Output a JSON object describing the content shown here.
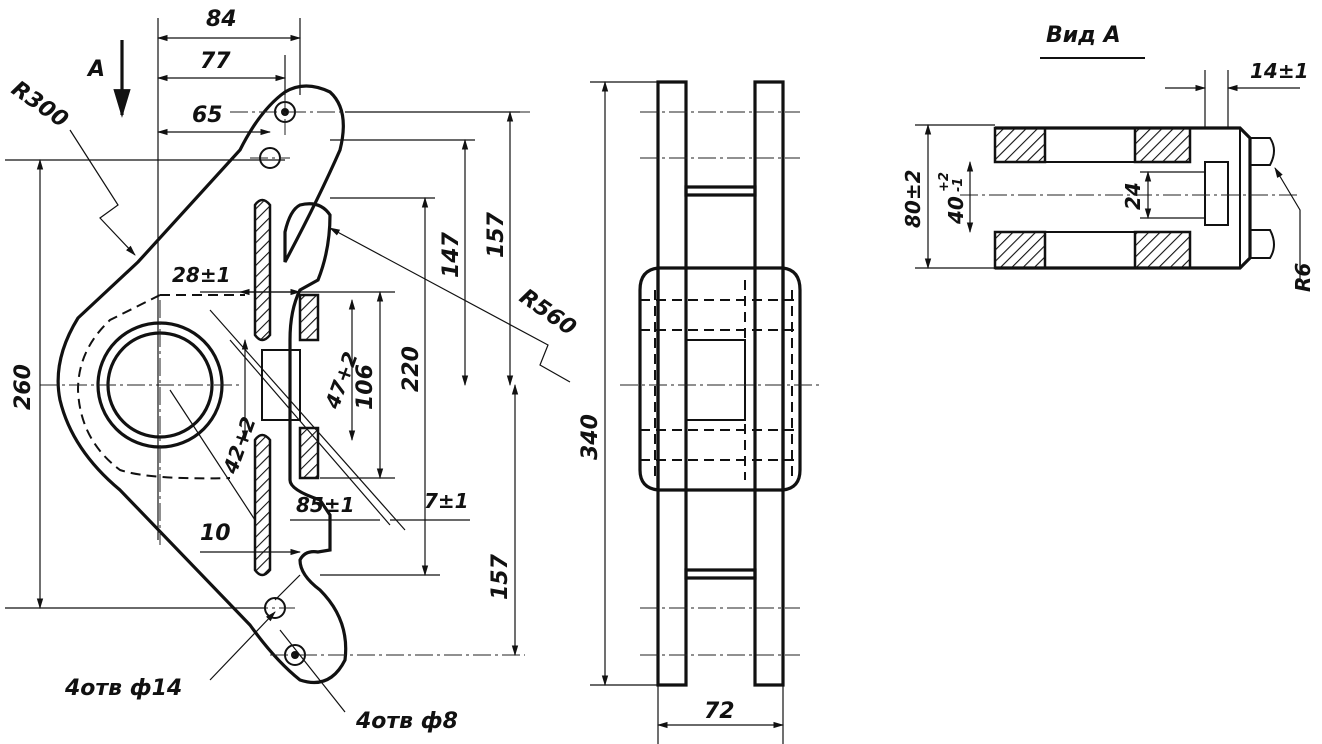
{
  "front_view": {
    "view_arrow_label": "A",
    "dims": {
      "d84": "84",
      "d77": "77",
      "d65": "65",
      "r300": "R300",
      "d260": "260",
      "d28": "28±1",
      "d147": "147",
      "d157_top": "157",
      "r560": "R560",
      "d220": "220",
      "d106": "106",
      "d47": "47+2",
      "d42": "42+2",
      "d85": "85±1",
      "d7": "7±1",
      "d10": "10",
      "d157_bottom": "157"
    },
    "hole_callout_14": "4отв ф14",
    "hole_callout_8": "4отв ф8"
  },
  "side_view": {
    "dims": {
      "d340": "340",
      "d72": "72"
    }
  },
  "view_a": {
    "title": "Вид A",
    "dims": {
      "d14": "14±1",
      "d80": "80±2",
      "d40": "40",
      "d40_tol_upper": "+2",
      "d40_tol_lower": "-1",
      "d24": "24",
      "r6": "R6"
    }
  }
}
